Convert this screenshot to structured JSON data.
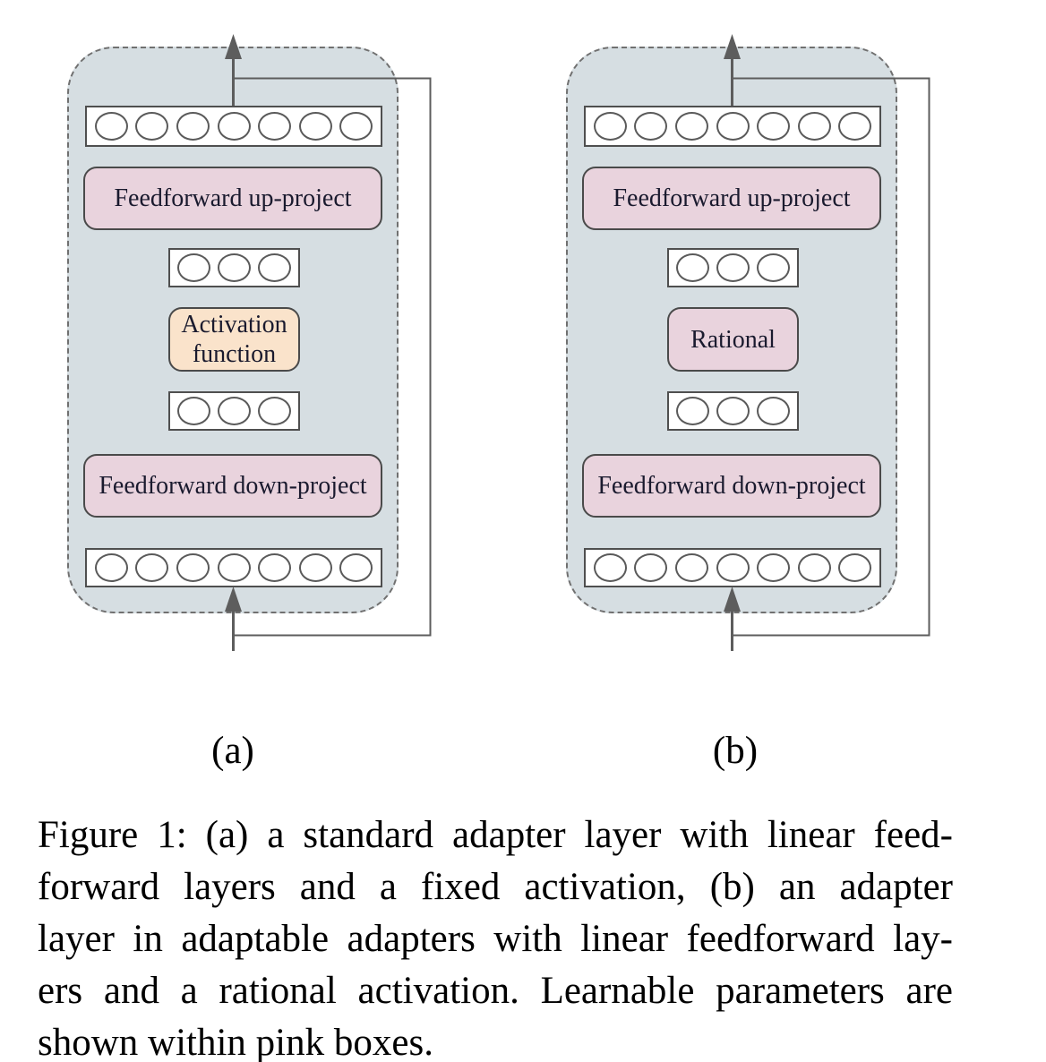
{
  "figure": {
    "diagram_a": {
      "label": "(a)",
      "output_vector_circles": 7,
      "up_project_label": "Feedforward up-project",
      "hidden_upper_circles": 3,
      "activation_line1": "Activation",
      "activation_line2": "function",
      "hidden_lower_circles": 3,
      "down_project_label": "Feedforward down-project",
      "input_vector_circles": 7
    },
    "diagram_b": {
      "label": "(b)",
      "output_vector_circles": 7,
      "up_project_label": "Feedforward up-project",
      "hidden_upper_circles": 3,
      "activation_label": "Rational",
      "hidden_lower_circles": 3,
      "down_project_label": "Feedforward down-project",
      "input_vector_circles": 7
    },
    "colors": {
      "container_fill": "#d6dee2",
      "learnable_box_fill": "#e9d3dd",
      "fixed_activation_fill": "#fae3cb",
      "box_border": "#4a4a4a",
      "wire": "#5d5d5d",
      "dashed_border": "#707070",
      "box_text": "#1a1a2e"
    }
  },
  "caption": {
    "lines": [
      "Figure 1: (a) a standard adapter layer with linear feed-",
      "forward layers and a fixed activation, (b) an adapter",
      "layer in adaptable adapters with linear feedforward lay-",
      "ers and a rational activation. Learnable parameters are",
      "shown within pink boxes."
    ]
  }
}
